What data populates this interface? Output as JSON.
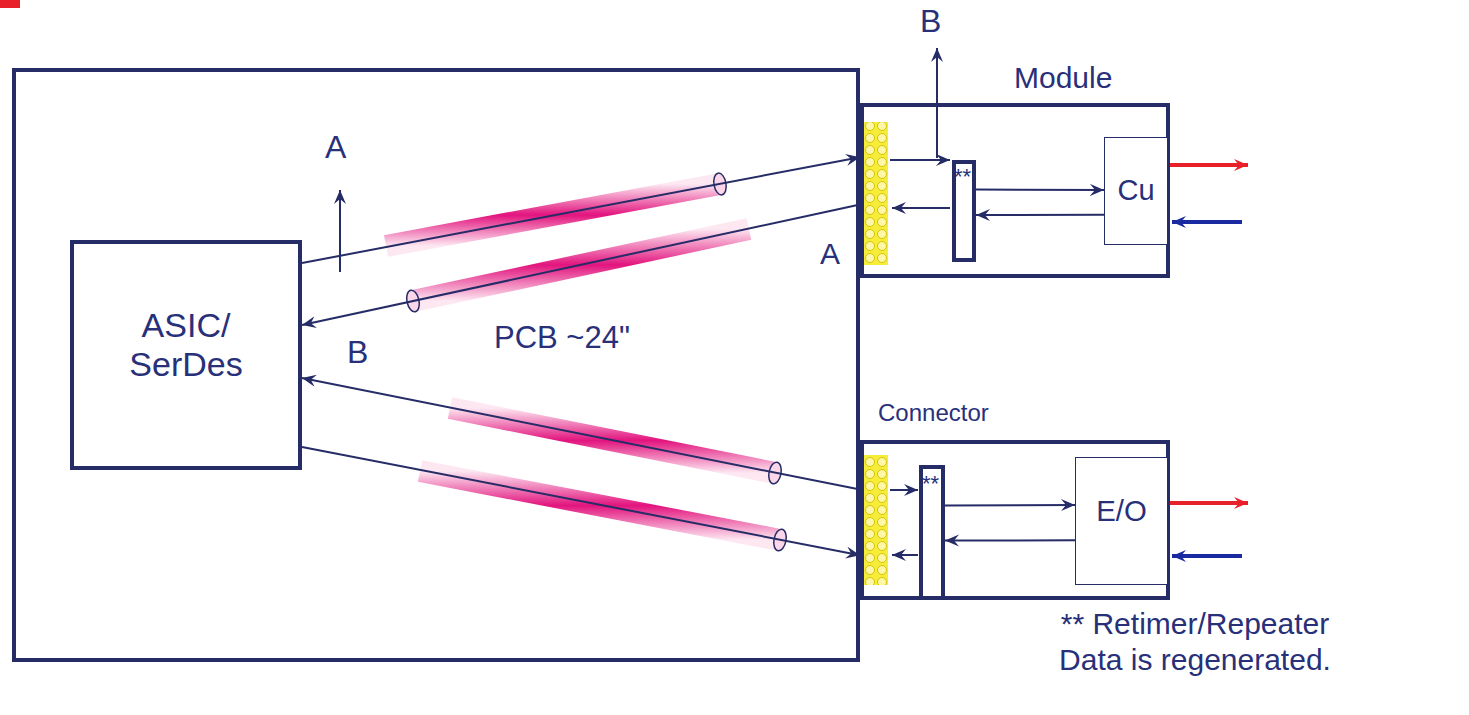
{
  "diagram": {
    "nodes": [
      {
        "text": [
          "PCB ~24\""
        ]
      },
      {
        "text": [
          "ASIC/ SerDes"
        ],
        "in": 0
      },
      {
        "text": [
          "Module"
        ]
      },
      {
        "text": [
          "**"
        ],
        "in": 2
      },
      {
        "text": [
          "Cu"
        ],
        "in": 2
      },
      {
        "text": [
          "Connector"
        ]
      },
      {
        "text": [
          "**"
        ],
        "in": 5
      },
      {
        "text": [
          "E/O"
        ],
        "in": 5
      }
    ],
    "edges": [
      {
        "from": 1,
        "to": 2,
        "arrow": "to"
      },
      {
        "from": 2,
        "to": 1,
        "arrow": "to"
      },
      {
        "from": 5,
        "to": 1,
        "arrow": "to"
      },
      {
        "from": 1,
        "to": 5,
        "arrow": "to"
      },
      {
        "from": 3,
        "to": 4,
        "arrow": "to"
      },
      {
        "from": 4,
        "to": 3,
        "arrow": "to"
      },
      {
        "from": 6,
        "to": 7,
        "arrow": "to"
      },
      {
        "from": 7,
        "to": 6,
        "arrow": "to"
      }
    ],
    "labels": [
      "A",
      "B",
      "A",
      "B",
      "** Retimer/Repeater Data is regenerated."
    ]
  }
}
